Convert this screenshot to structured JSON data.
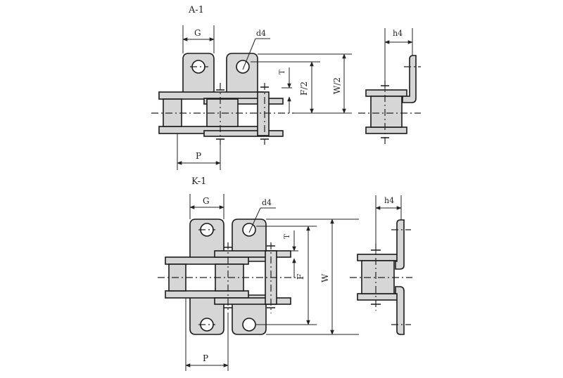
{
  "diagram": {
    "type_a1": {
      "title": "A-1",
      "labels": {
        "G": "G",
        "d4": "d4",
        "T": "T",
        "F2": "F/2",
        "W2": "W/2",
        "P": "P",
        "h4": "h4"
      }
    },
    "type_k1": {
      "title": "K-1",
      "labels": {
        "G": "G",
        "d4": "d4",
        "T": "T",
        "F": "F",
        "W": "W",
        "P": "P",
        "h4": "h4"
      }
    }
  }
}
